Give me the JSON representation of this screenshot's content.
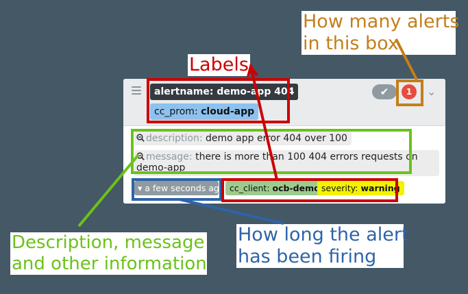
{
  "callouts": {
    "count": [
      "How many alerts",
      "in this box"
    ],
    "labels": "Labels",
    "description": [
      "Description, message",
      "and other information"
    ],
    "duration": [
      "How long the alert",
      "has been firing"
    ]
  },
  "alert": {
    "labels": [
      {
        "key": "alertname",
        "value": "demo-app 404",
        "color": "#343a40"
      },
      {
        "key": "cc_prom",
        "value": "cloud-app",
        "color": "#8dc1ee"
      }
    ],
    "count": "1",
    "ack_icon": "check-icon",
    "annotations": {
      "description": {
        "key": "description:",
        "value": "demo app error 404 over 100"
      },
      "message": {
        "key": "message:",
        "value": "there is more than 100 404 errors requests on demo-app"
      }
    },
    "started": "a few seconds ago",
    "footer_labels": [
      {
        "key": "cc_client:",
        "value": "ocb-demo",
        "color": "#9dcb8d"
      },
      {
        "key": "severity:",
        "value": "warning",
        "color": "#f3f300"
      }
    ]
  },
  "colors": {
    "background": "#445866",
    "labels_box": "#cc0000",
    "count_box": "#c47e1a",
    "annotations_box": "#6bc21a",
    "duration_box": "#2e64a8",
    "count_badge": "#e74c3c"
  }
}
